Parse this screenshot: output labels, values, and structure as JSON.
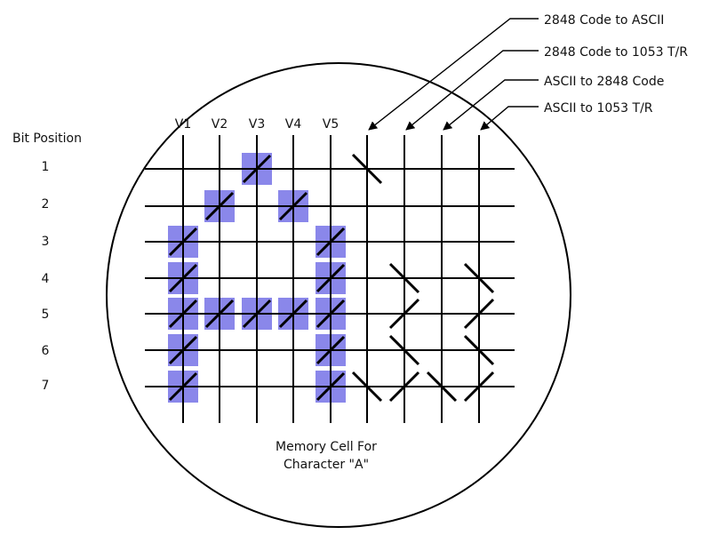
{
  "title": "",
  "bit_position_label": "Bit Position",
  "column_labels": [
    "V1",
    "V2",
    "V3",
    "V4",
    "V5"
  ],
  "row_labels": [
    "1",
    "2",
    "3",
    "4",
    "5",
    "6",
    "7"
  ],
  "callouts": [
    "2848 Code to ASCII",
    "2848 Code to 1053 T/R",
    "ASCII to 2848 Code",
    "ASCII to 1053 T/R"
  ],
  "caption_line1": "Memory Cell For",
  "caption_line2": "Character \"A\"",
  "colors": {
    "highlight": "#8a87ea",
    "ink": "#000000"
  },
  "character_bits": {
    "V1": [
      3,
      4,
      5,
      6,
      7
    ],
    "V2": [
      2,
      5
    ],
    "V3": [
      1,
      5
    ],
    "V4": [
      2,
      5
    ],
    "V5": [
      3,
      4,
      5,
      6,
      7
    ]
  },
  "translation_bits": {
    "2848 Code to ASCII": [
      1,
      7
    ],
    "2848 Code to 1053 T/R": [
      4,
      5,
      6,
      7
    ],
    "ASCII to 2848 Code": [
      7
    ],
    "ASCII to 1053 T/R": [
      4,
      5,
      6,
      7
    ]
  }
}
